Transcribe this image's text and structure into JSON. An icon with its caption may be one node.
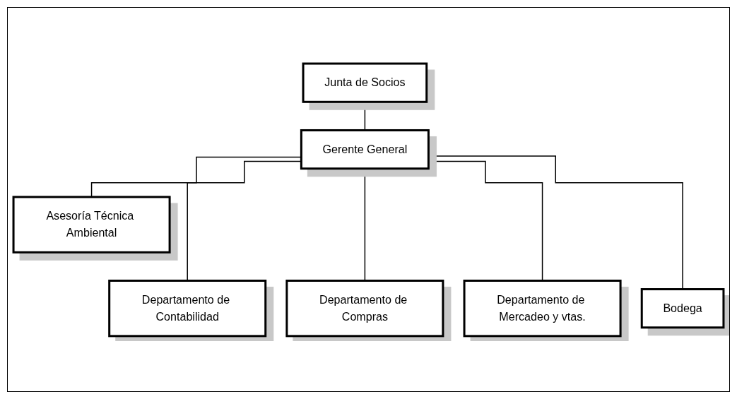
{
  "diagram": {
    "nodes": [
      {
        "text": [
          "Junta de Socios"
        ]
      },
      {
        "text": [
          "Gerente General"
        ]
      },
      {
        "text": [
          "Asesoría Técnica Ambiental"
        ]
      },
      {
        "text": [
          "Departamento de Contabilidad"
        ]
      },
      {
        "text": [
          "Departamento de Compras"
        ]
      },
      {
        "text": [
          "Departamento de Mercadeo y vtas."
        ]
      },
      {
        "text": [
          "Bodega"
        ]
      }
    ],
    "edges": [
      {
        "from": 0,
        "to": 1,
        "arrow": "none"
      },
      {
        "from": 1,
        "to": 2,
        "arrow": "none"
      },
      {
        "from": 1,
        "to": 3,
        "arrow": "none"
      },
      {
        "from": 1,
        "to": 4,
        "arrow": "none"
      },
      {
        "from": 1,
        "to": 5,
        "arrow": "none"
      },
      {
        "from": 1,
        "to": 6,
        "arrow": "none"
      }
    ]
  }
}
